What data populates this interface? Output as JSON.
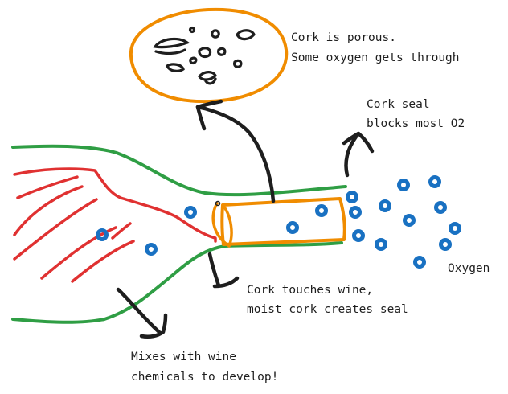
{
  "colors": {
    "bottle": "#2f9e44",
    "wine": "#e03131",
    "cork": "#f08c00",
    "oxygen": "#1971c2",
    "ink": "#1e1e1e"
  },
  "labels": {
    "cork_porous_line1": "Cork is porous.",
    "cork_porous_line2": "Some oxygen gets through",
    "cork_seal_line1": "Cork seal",
    "cork_seal_line2": "blocks most O2",
    "touches_line1": "Cork touches wine,",
    "touches_line2": "moist cork creates seal",
    "mixes_line1": "Mixes with wine",
    "mixes_line2": "chemicals to develop!",
    "oxygen": "Oxygen"
  }
}
